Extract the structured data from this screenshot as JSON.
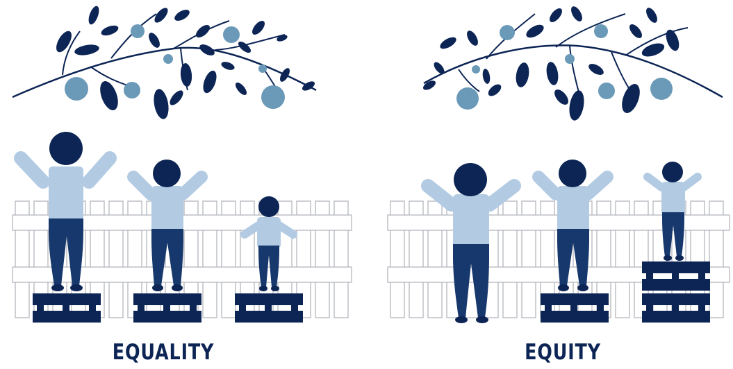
{
  "colors": {
    "navy": "#0c2555",
    "mid_blue": "#16386c",
    "light_blue": "#b2cbe3",
    "berry": "#6b9ab8",
    "fence_stroke": "#b3b6bd",
    "text": "#0c2555"
  },
  "panels": [
    {
      "caption": "EQUALITY",
      "people": [
        {
          "size": "tall",
          "boxes": 1
        },
        {
          "size": "medium",
          "boxes": 1
        },
        {
          "size": "short",
          "boxes": 1
        }
      ]
    },
    {
      "caption": "EQUITY",
      "people": [
        {
          "size": "tall",
          "boxes": 0
        },
        {
          "size": "medium",
          "boxes": 1
        },
        {
          "size": "short",
          "boxes": 2
        }
      ]
    }
  ]
}
